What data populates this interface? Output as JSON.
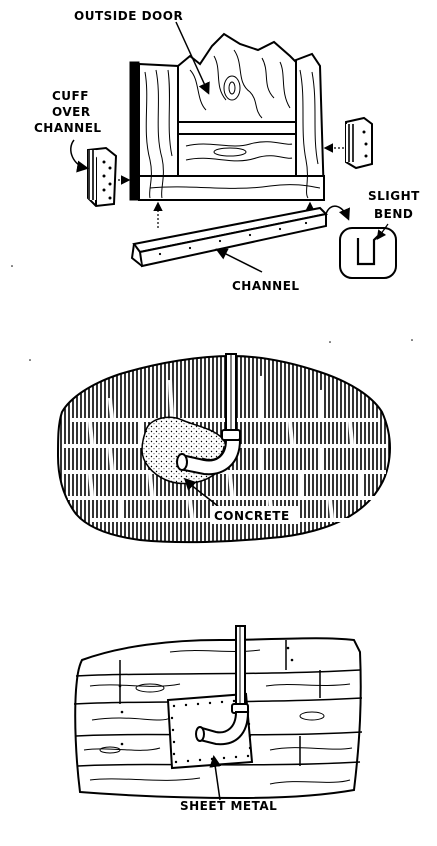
{
  "labels": {
    "outside_door": "OUTSIDE DOOR",
    "cuff_line1": "CUFF",
    "cuff_line2": "OVER",
    "cuff_line3": "CHANNEL",
    "slight_line1": "SLIGHT",
    "slight_line2": "BEND",
    "channel": "CHANNEL",
    "concrete": "CONCRETE",
    "sheet_metal": "SHEET METAL"
  },
  "colors": {
    "ink": "#000000",
    "paper": "#ffffff"
  }
}
